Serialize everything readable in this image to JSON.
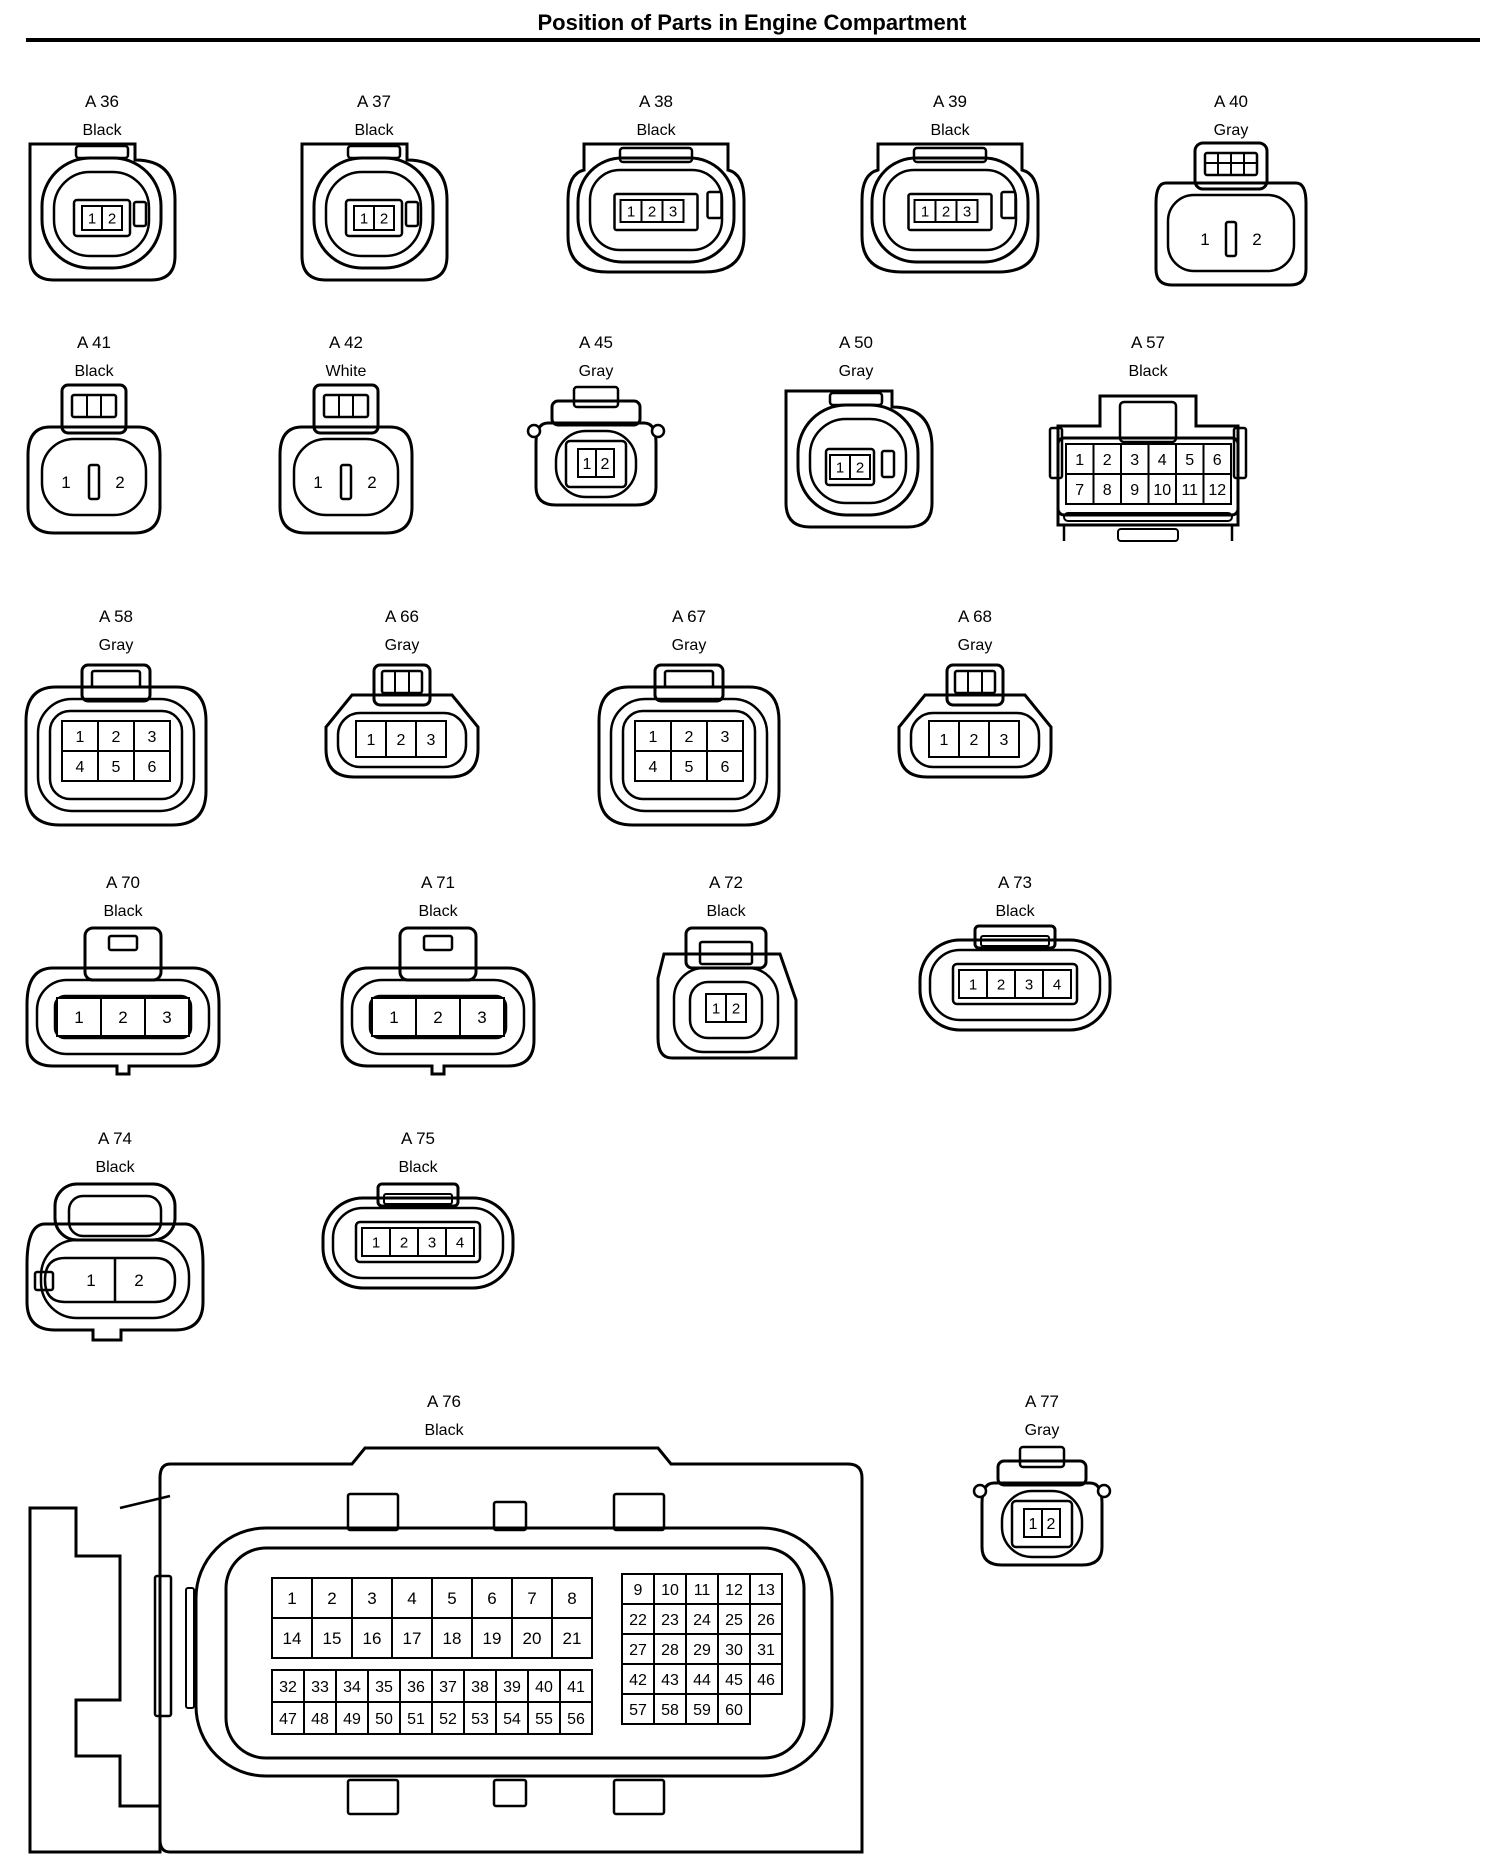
{
  "title": "Position of Parts in Engine Compartment",
  "connectors": [
    {
      "id": "A 36",
      "color": "Black",
      "pins": [
        "1",
        "2"
      ]
    },
    {
      "id": "A 37",
      "color": "Black",
      "pins": [
        "1",
        "2"
      ]
    },
    {
      "id": "A 38",
      "color": "Black",
      "pins": [
        "1",
        "2",
        "3"
      ]
    },
    {
      "id": "A 39",
      "color": "Black",
      "pins": [
        "1",
        "2",
        "3"
      ]
    },
    {
      "id": "A 40",
      "color": "Gray",
      "pins": [
        "1",
        "2"
      ]
    },
    {
      "id": "A 41",
      "color": "Black",
      "pins": [
        "1",
        "2"
      ]
    },
    {
      "id": "A 42",
      "color": "White",
      "pins": [
        "1",
        "2"
      ]
    },
    {
      "id": "A 45",
      "color": "Gray",
      "pins": [
        "1",
        "2"
      ]
    },
    {
      "id": "A 50",
      "color": "Gray",
      "pins": [
        "1",
        "2"
      ]
    },
    {
      "id": "A 57",
      "color": "Black",
      "pins": [
        "1",
        "2",
        "3",
        "4",
        "5",
        "6",
        "7",
        "8",
        "9",
        "10",
        "11",
        "12"
      ]
    },
    {
      "id": "A 58",
      "color": "Gray",
      "pins": [
        "1",
        "2",
        "3",
        "4",
        "5",
        "6"
      ]
    },
    {
      "id": "A 66",
      "color": "Gray",
      "pins": [
        "1",
        "2",
        "3"
      ]
    },
    {
      "id": "A 67",
      "color": "Gray",
      "pins": [
        "1",
        "2",
        "3",
        "4",
        "5",
        "6"
      ]
    },
    {
      "id": "A 68",
      "color": "Gray",
      "pins": [
        "1",
        "2",
        "3"
      ]
    },
    {
      "id": "A 70",
      "color": "Black",
      "pins": [
        "1",
        "2",
        "3"
      ]
    },
    {
      "id": "A 71",
      "color": "Black",
      "pins": [
        "1",
        "2",
        "3"
      ]
    },
    {
      "id": "A 72",
      "color": "Black",
      "pins": [
        "1",
        "2"
      ]
    },
    {
      "id": "A 73",
      "color": "Black",
      "pins": [
        "1",
        "2",
        "3",
        "4"
      ]
    },
    {
      "id": "A 74",
      "color": "Black",
      "pins": [
        "1",
        "2"
      ]
    },
    {
      "id": "A 75",
      "color": "Black",
      "pins": [
        "1",
        "2",
        "3",
        "4"
      ]
    },
    {
      "id": "A 76",
      "color": "Black",
      "pins": [
        "1",
        "2",
        "3",
        "4",
        "5",
        "6",
        "7",
        "8",
        "9",
        "10",
        "11",
        "12",
        "13",
        "14",
        "15",
        "16",
        "17",
        "18",
        "19",
        "20",
        "21",
        "22",
        "23",
        "24",
        "25",
        "26",
        "27",
        "28",
        "29",
        "30",
        "31",
        "32",
        "33",
        "34",
        "35",
        "36",
        "37",
        "38",
        "39",
        "40",
        "41",
        "42",
        "43",
        "44",
        "45",
        "46",
        "47",
        "48",
        "49",
        "50",
        "51",
        "52",
        "53",
        "54",
        "55",
        "56",
        "57",
        "58",
        "59",
        "60"
      ]
    },
    {
      "id": "A 77",
      "color": "Gray",
      "pins": [
        "1",
        "2"
      ]
    }
  ]
}
